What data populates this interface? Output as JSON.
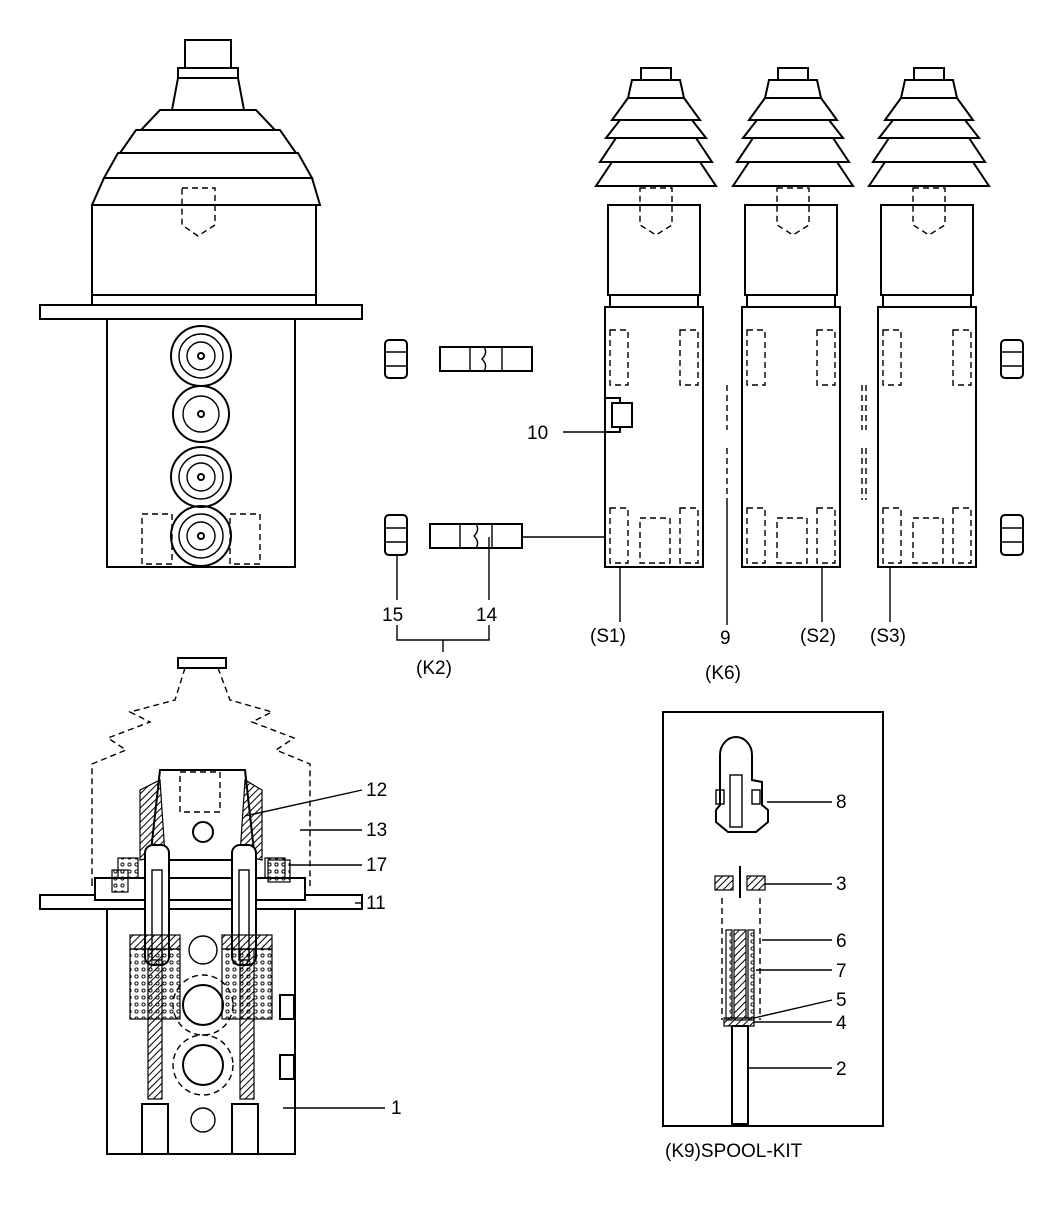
{
  "callouts": {
    "c1": "1",
    "c2": "2",
    "c3": "3",
    "c4": "4",
    "c5": "5",
    "c6": "6",
    "c7": "7",
    "c8": "8",
    "c9": "9",
    "c10": "10",
    "c11": "11",
    "c12": "12",
    "c13": "13",
    "c14": "14",
    "c15": "15",
    "c17": "17"
  },
  "kits": {
    "s1": "(S1)",
    "s2": "(S2)",
    "s3": "(S3)",
    "k2": "(K2)",
    "k6": "(K6)",
    "k9": "(K9)SPOOL-KIT"
  }
}
